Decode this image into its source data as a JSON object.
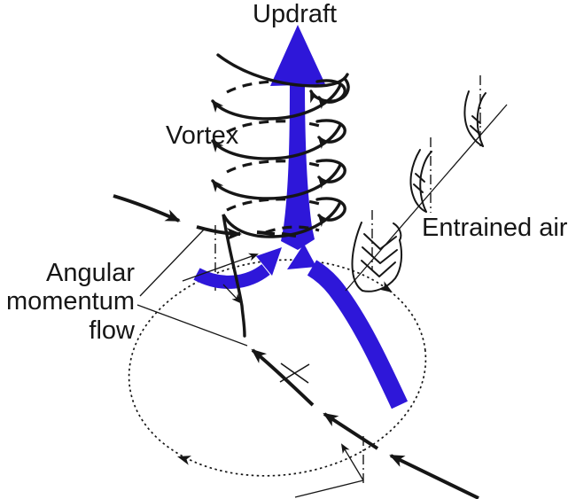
{
  "labels": {
    "updraft": "Updraft",
    "vortex": "Vortex",
    "entrained_air": "Entrained air",
    "angular_momentum_flow": "Angular\nmomentum\nflow"
  },
  "colors": {
    "flow_blue": "#2E17D9",
    "line_black": "#161616",
    "background": "#FFFFFF"
  }
}
